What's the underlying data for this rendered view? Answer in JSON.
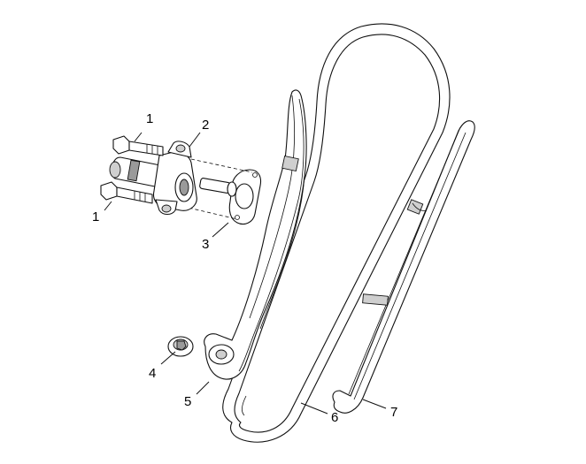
{
  "callouts": [
    {
      "key": "c1a",
      "label": "1"
    },
    {
      "key": "c1b",
      "label": "1"
    },
    {
      "key": "c2",
      "label": "2"
    },
    {
      "key": "c3",
      "label": "3"
    },
    {
      "key": "c4",
      "label": "4"
    },
    {
      "key": "c5",
      "label": "5"
    },
    {
      "key": "c6",
      "label": "6"
    },
    {
      "key": "c7",
      "label": "7"
    }
  ]
}
